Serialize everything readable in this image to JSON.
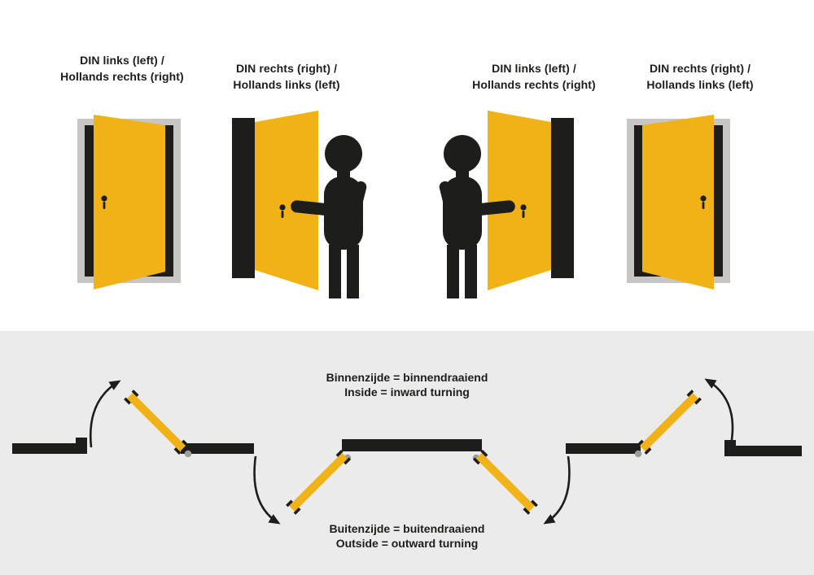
{
  "top_figures": [
    {
      "line1": "DIN links (left) /",
      "line2": "Hollands rechts (right)"
    },
    {
      "line1": "DIN rechts (right) /",
      "line2": "Hollands links (left)"
    },
    {
      "line1": "DIN links (left) /",
      "line2": "Hollands rechts (right)"
    },
    {
      "line1": "DIN rechts (right) /",
      "line2": "Hollands links (left)"
    }
  ],
  "bottom_labels": {
    "inside": {
      "line1": "Binnenzijde = binnendraaiend",
      "line2": "Inside = inward turning"
    },
    "outside": {
      "line1": "Buitenzijde = buitendraaiend",
      "line2": "Outside = outward turning"
    }
  },
  "colors": {
    "door_yellow": "#F0B216",
    "ink_black": "#1D1D1B",
    "frame_gray": "#C7C6C5",
    "bottom_panel_gray": "#EBEBEB",
    "pivot_gray": "#9D9D9C"
  },
  "icons": {
    "person": "person-silhouette-icon",
    "door_handle": "door-handle-icon",
    "swing_arrow": "swing-arrow-icon",
    "hinge_pivot": "hinge-pivot-icon"
  }
}
